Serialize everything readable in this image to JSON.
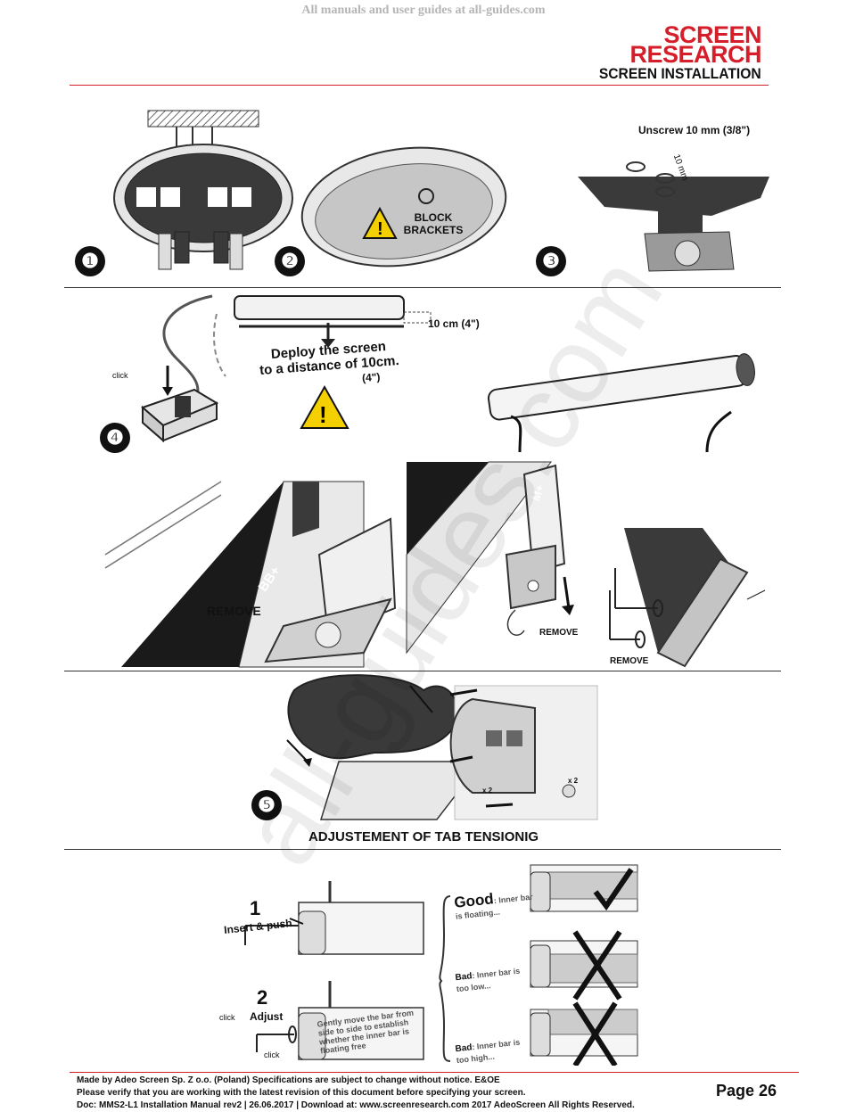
{
  "watermark_top": "All manuals and user guides at all-guides.com",
  "watermark_diagonal": "all-guides.com",
  "brand": {
    "line1": "SCREEN",
    "line2": "RESEARCH",
    "section": "SCREEN INSTALLATION"
  },
  "steps": {
    "s1": "❶",
    "s2": "❷",
    "s3": "❸",
    "s4": "❹",
    "s5": "❺"
  },
  "step2": {
    "warning": "BLOCK\nBRACKETS"
  },
  "step3": {
    "unscrew": "Unscrew 10 mm (3/8\")",
    "dim": "10 mm"
  },
  "step4": {
    "distance": "10 cm (4\")",
    "deploy_line1": "Deploy the screen",
    "deploy_line2": "to a distance of 10cm.",
    "deploy_line3": "(4\")",
    "click": "click"
  },
  "remove": {
    "r1": "REMOVE",
    "r2": "REMOVE",
    "r3": "REMOVE"
  },
  "brand_marks": {
    "bb": "BB+",
    "m": "M+"
  },
  "step5": {
    "x2a": "x 2",
    "x2b": "x 2"
  },
  "tension": {
    "title": "ADJUSTEMENT OF TAB TENSIONIG",
    "one": "1",
    "insert": "Insert & push",
    "two": "2",
    "adjust": "Adjust",
    "click": "click",
    "gently": "Gently move the bar from side to side to establish whether the inner bar is floating free",
    "good_head": "Good",
    "good_text": ": Inner bar is floating...",
    "bad1_head": "Bad",
    "bad1_text": ": Inner bar is too low...",
    "bad2_head": "Bad",
    "bad2_text": ": Inner bar is too high..."
  },
  "footer": {
    "line1": "Made by Adeo Screen Sp. Z o.o. (Poland) Specifications are subject to change without notice. E&OE",
    "line2": "Please verify that you are working with the latest revision of this document before specifying your screen.",
    "line3": "Doc: MMS2-L1  Installation Manual rev2  |  26.06.2017 | Download at: www.screenresearch.com 2017 AdeoScreen All Rights Reserved.",
    "page": "Page 26"
  },
  "colors": {
    "brand_red": "#d61d2a",
    "dark_grey": "#3a3a3a",
    "light_grey": "#c8c8c8",
    "warning_yellow": "#f5d000"
  }
}
